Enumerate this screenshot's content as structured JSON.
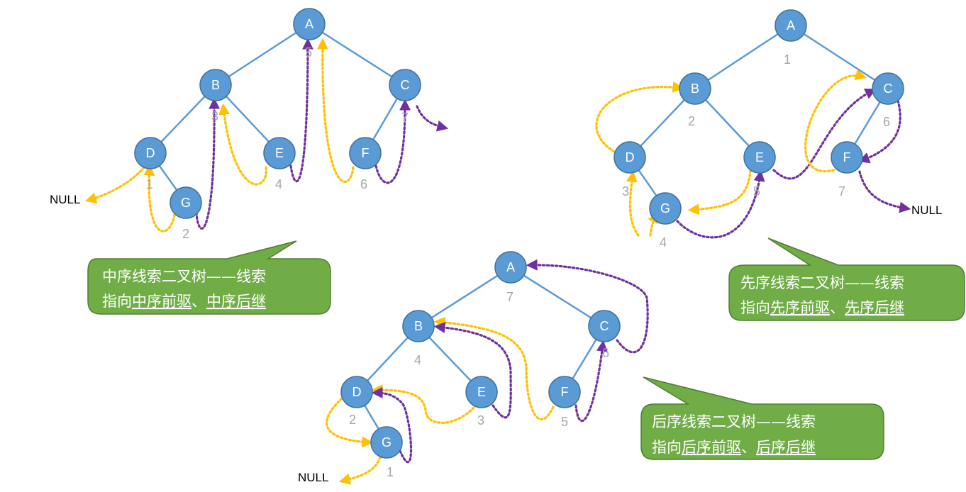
{
  "colors": {
    "node_fill": "#5b9bd5",
    "node_stroke": "#41719c",
    "edge": "#5b9bd5",
    "predecessor_thread": "#ffc000",
    "successor_thread": "#7030a0",
    "order_number": "#a6a6a6",
    "callout_fill": "#70ad47",
    "callout_stroke": "#507e32"
  },
  "null_text": "NULL",
  "trees": [
    {
      "id": "inorder",
      "nodes": [
        {
          "id": "A",
          "order": "5"
        },
        {
          "id": "B",
          "order": "3"
        },
        {
          "id": "C",
          "order": "7"
        },
        {
          "id": "D",
          "order": "1"
        },
        {
          "id": "E",
          "order": "4"
        },
        {
          "id": "F",
          "order": "6"
        },
        {
          "id": "G",
          "order": "2"
        }
      ],
      "edges": [
        [
          "A",
          "B"
        ],
        [
          "A",
          "C"
        ],
        [
          "B",
          "D"
        ],
        [
          "B",
          "E"
        ],
        [
          "C",
          "F"
        ],
        [
          "D",
          "G"
        ]
      ],
      "callout": {
        "line1": "中序线索二叉树——线索",
        "line2_prefix": "指向",
        "line2_pred": "中序前驱",
        "line2_sep": "、",
        "line2_succ": "中序后继"
      }
    },
    {
      "id": "preorder",
      "nodes": [
        {
          "id": "A",
          "order": "1"
        },
        {
          "id": "B",
          "order": "2"
        },
        {
          "id": "C",
          "order": "6"
        },
        {
          "id": "D",
          "order": "3"
        },
        {
          "id": "E",
          "order": "5"
        },
        {
          "id": "F",
          "order": "7"
        },
        {
          "id": "G",
          "order": "4"
        }
      ],
      "edges": [
        [
          "A",
          "B"
        ],
        [
          "A",
          "C"
        ],
        [
          "B",
          "D"
        ],
        [
          "B",
          "E"
        ],
        [
          "C",
          "F"
        ],
        [
          "D",
          "G"
        ]
      ],
      "callout": {
        "line1": "先序线索二叉树——线索",
        "line2_prefix": "指向",
        "line2_pred": "先序前驱",
        "line2_sep": "、",
        "line2_succ": "先序后继"
      }
    },
    {
      "id": "postorder",
      "nodes": [
        {
          "id": "A",
          "order": "7"
        },
        {
          "id": "B",
          "order": "4"
        },
        {
          "id": "C",
          "order": "6"
        },
        {
          "id": "D",
          "order": "2"
        },
        {
          "id": "E",
          "order": "3"
        },
        {
          "id": "F",
          "order": "5"
        },
        {
          "id": "G",
          "order": "1"
        }
      ],
      "edges": [
        [
          "A",
          "B"
        ],
        [
          "A",
          "C"
        ],
        [
          "B",
          "D"
        ],
        [
          "B",
          "E"
        ],
        [
          "C",
          "F"
        ],
        [
          "D",
          "G"
        ]
      ],
      "callout": {
        "line1": "后序线索二叉树——线索",
        "line2_prefix": "指向",
        "line2_pred": "后序前驱",
        "line2_sep": "、",
        "line2_succ": "后序后继"
      }
    }
  ]
}
